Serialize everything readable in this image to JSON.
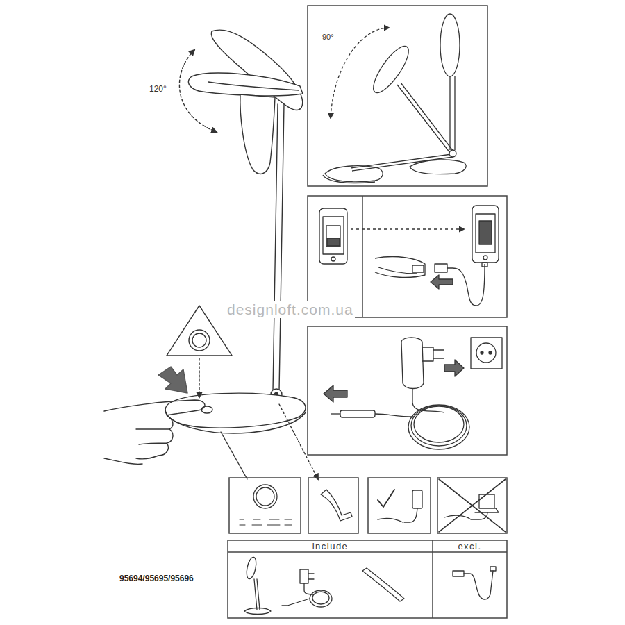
{
  "diagram": {
    "nodes": [
      {
        "text": [
          "include"
        ]
      },
      {
        "text": [
          "excl."
        ]
      }
    ],
    "labels": [
      "120°",
      "90°",
      "designloft.com.ua",
      "95694/95695/95696"
    ]
  }
}
